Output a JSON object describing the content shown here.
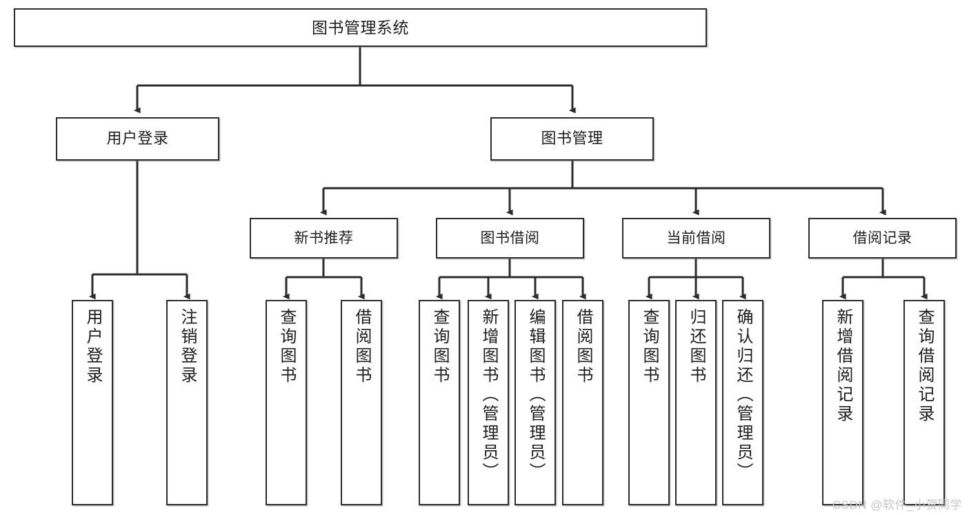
{
  "diagram": {
    "type": "tree",
    "title": "图书管理系统",
    "orientation": "top-down",
    "levels": 4,
    "colors": {
      "box_border": "#2b2b2b",
      "box_fill": "#ffffff",
      "connector": "#2b2b2b",
      "watermark": "#c6c6c6"
    },
    "root": {
      "label": "图书管理系统"
    },
    "level2": [
      {
        "label": "用户登录"
      },
      {
        "label": "图书管理"
      }
    ],
    "level3": [
      {
        "label": "新书推荐"
      },
      {
        "label": "图书借阅"
      },
      {
        "label": "当前借阅"
      },
      {
        "label": "借阅记录"
      }
    ],
    "leaves": {
      "user_login": [
        {
          "label": "用户登录"
        },
        {
          "label": "注销登录"
        }
      ],
      "new_book_recommend": [
        {
          "label": "查询图书"
        },
        {
          "label": "借阅图书"
        }
      ],
      "book_borrow": [
        {
          "label": "查询图书"
        },
        {
          "label": "新增图书（管理员）"
        },
        {
          "label": "编辑图书（管理员）"
        },
        {
          "label": "借阅图书"
        }
      ],
      "current_borrow": [
        {
          "label": "查询图书"
        },
        {
          "label": "归还图书"
        },
        {
          "label": "确认归还（管理员）"
        }
      ],
      "borrow_record": [
        {
          "label": "新增借阅记录"
        },
        {
          "label": "查询借阅记录"
        }
      ]
    }
  },
  "watermark": {
    "text": "CSDN @软件_小贺同学"
  }
}
